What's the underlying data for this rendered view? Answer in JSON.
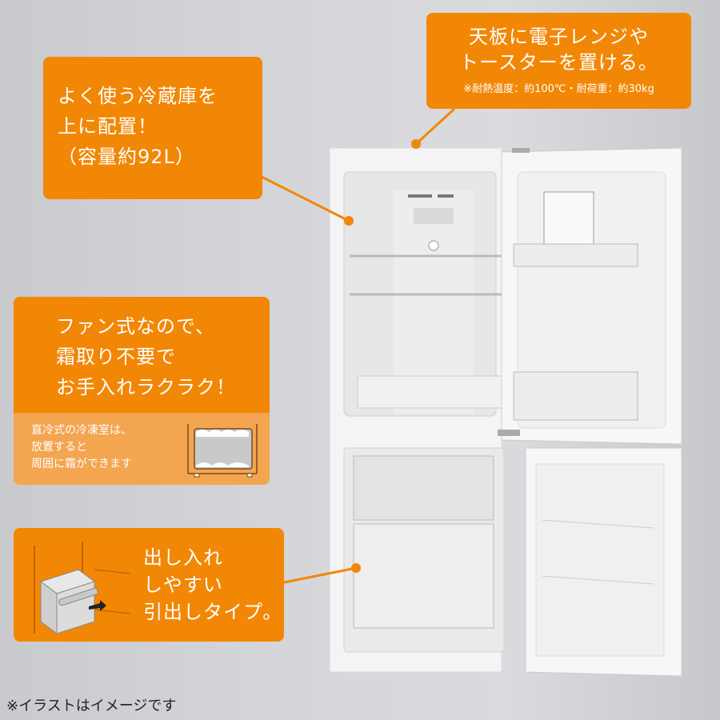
{
  "callouts": {
    "top_plate": {
      "line1": "天板に電子レンジや",
      "line2": "トースターを置ける。",
      "note": "※耐熱温度：約100℃・耐荷重：約30kg"
    },
    "capacity": {
      "line1": "よく使う冷蔵庫を",
      "line2": "上に配置！",
      "line3": "（容量約92L）"
    },
    "fan": {
      "line1": "ファン式なので、",
      "line2": "霜取り不要で",
      "line3": "お手入れラクラク！",
      "sub1": "直冷式の冷凍室は、",
      "sub2": "放置すると",
      "sub3": "周囲に霜ができます"
    },
    "drawer": {
      "line1": "出し入れ",
      "line2": "しやすい",
      "line3": "引出しタイプ。"
    }
  },
  "footnote": "※イラストはイメージです",
  "colors": {
    "accent": "#f28705",
    "accent_light": "#f3a550"
  }
}
